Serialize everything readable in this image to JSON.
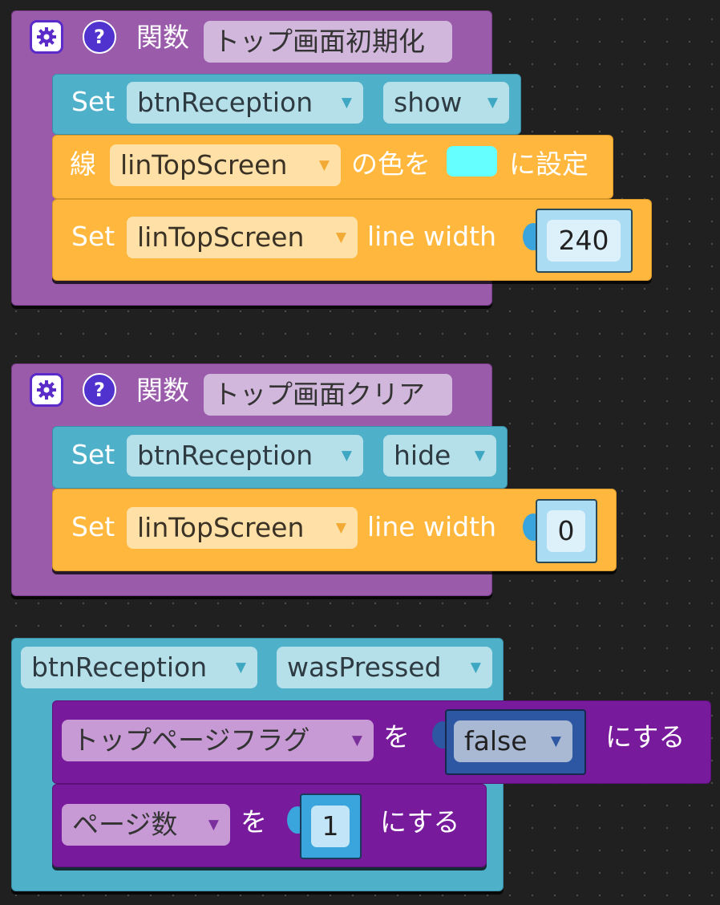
{
  "functions": [
    {
      "keyword": "関数",
      "name": "トップ画面初期化",
      "statements": [
        {
          "set_label": "Set",
          "component": "btnReception",
          "property": "show"
        },
        {
          "line_label": "線",
          "component": "linTopScreen",
          "color_label": "の色を",
          "color": "#66ffff",
          "set_suffix": "に設定"
        },
        {
          "set_label": "Set",
          "component": "linTopScreen",
          "property_label": "line width",
          "value": "240"
        }
      ]
    },
    {
      "keyword": "関数",
      "name": "トップ画面クリア",
      "statements": [
        {
          "set_label": "Set",
          "component": "btnReception",
          "property": "hide"
        },
        {
          "set_label": "Set",
          "component": "linTopScreen",
          "property_label": "line width",
          "value": "0"
        }
      ]
    }
  ],
  "event": {
    "component": "btnReception",
    "event_name": "wasPressed",
    "statements": [
      {
        "variable": "トップページフラグ",
        "wo": "を",
        "value": "false",
        "suffix": "にする"
      },
      {
        "variable": "ページ数",
        "wo": "を",
        "value": "1",
        "suffix": "にする"
      }
    ]
  },
  "icons": {
    "gear": "gear-icon",
    "help": "help-icon",
    "dropdown": "dropdown-caret-icon"
  },
  "colors": {
    "function_block": "#9b5bab",
    "button_block": "#4fb1c9",
    "line_block": "#ffb83d",
    "variable_block": "#781a9c",
    "boolean_block": "#2d56a3",
    "number_block": "#3aa5dd"
  }
}
